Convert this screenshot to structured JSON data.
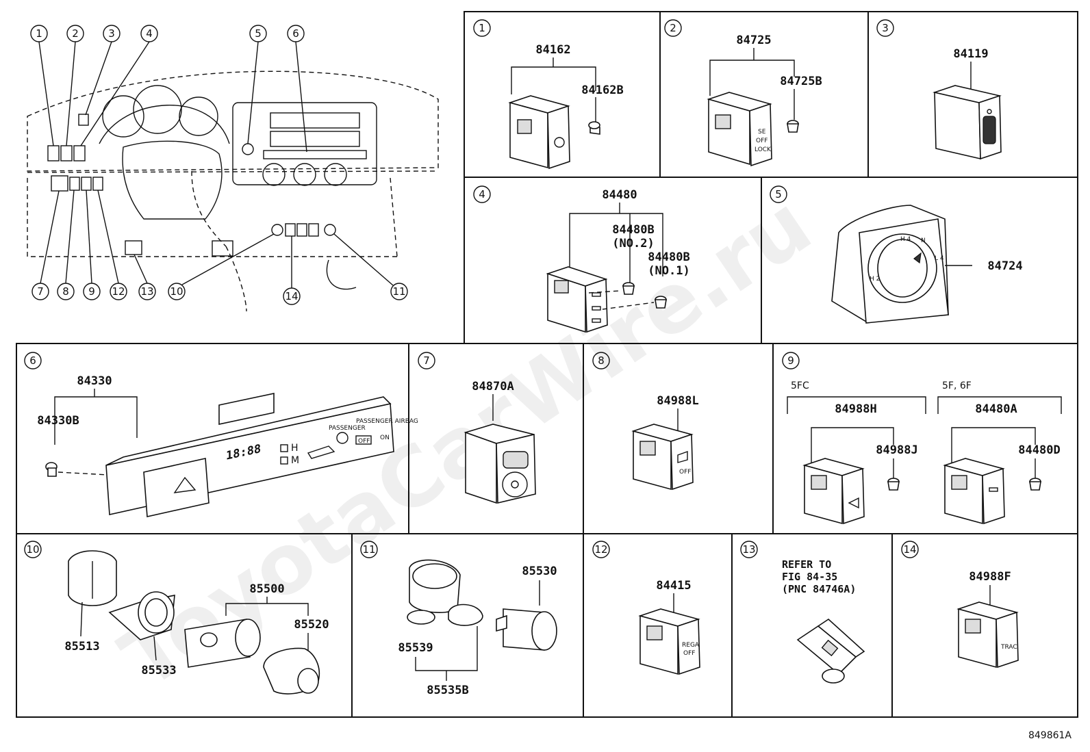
{
  "watermark": "ToyotaCarWire.ru",
  "figure_code": "849861A",
  "overview_callouts": [
    "1",
    "2",
    "3",
    "4",
    "5",
    "6",
    "7",
    "8",
    "9",
    "12",
    "13",
    "10",
    "14",
    "11"
  ],
  "panels": {
    "p1": {
      "num": "1",
      "parts": [
        "84162",
        "84162B"
      ]
    },
    "p2": {
      "num": "2",
      "parts": [
        "84725",
        "84725B"
      ],
      "switch_text": [
        "SE",
        "OFF",
        "LOCK"
      ]
    },
    "p3": {
      "num": "3",
      "parts": [
        "84119"
      ]
    },
    "p4": {
      "num": "4",
      "parts": [
        "84480",
        "84480B",
        "(NO.2)",
        "84480B",
        "(NO.1)"
      ]
    },
    "p5": {
      "num": "5",
      "parts": [
        "84724"
      ],
      "dial_text": [
        "H 4",
        "N",
        "H 2",
        "L 4"
      ]
    },
    "p6": {
      "num": "6",
      "parts": [
        "84330",
        "84330B"
      ],
      "display": "18:88",
      "indicators": [
        "H",
        "M"
      ],
      "airbag_text": [
        "PASSENGER",
        "PASSENGER AIRBAG",
        "OFF",
        "ON"
      ]
    },
    "p7": {
      "num": "7",
      "parts": [
        "84870A"
      ]
    },
    "p8": {
      "num": "8",
      "parts": [
        "84988L"
      ],
      "switch_text": [
        "OFF"
      ]
    },
    "p9": {
      "num": "9",
      "groups": [
        "5FC",
        "5F, 6F"
      ],
      "parts": [
        "84988H",
        "84988J",
        "84480A",
        "84480D"
      ]
    },
    "p10": {
      "num": "10",
      "parts": [
        "85500",
        "85520",
        "85513",
        "85533"
      ]
    },
    "p11": {
      "num": "11",
      "parts": [
        "85530",
        "85539",
        "85535B"
      ]
    },
    "p12": {
      "num": "12",
      "parts": [
        "84415"
      ],
      "switch_text": [
        "REGA",
        "OFF"
      ]
    },
    "p13": {
      "num": "13",
      "note": [
        "REFER TO",
        "FIG 84-35",
        "(PNC 84746A)"
      ]
    },
    "p14": {
      "num": "14",
      "parts": [
        "84988F"
      ],
      "switch_text": [
        "TRAC"
      ]
    }
  }
}
